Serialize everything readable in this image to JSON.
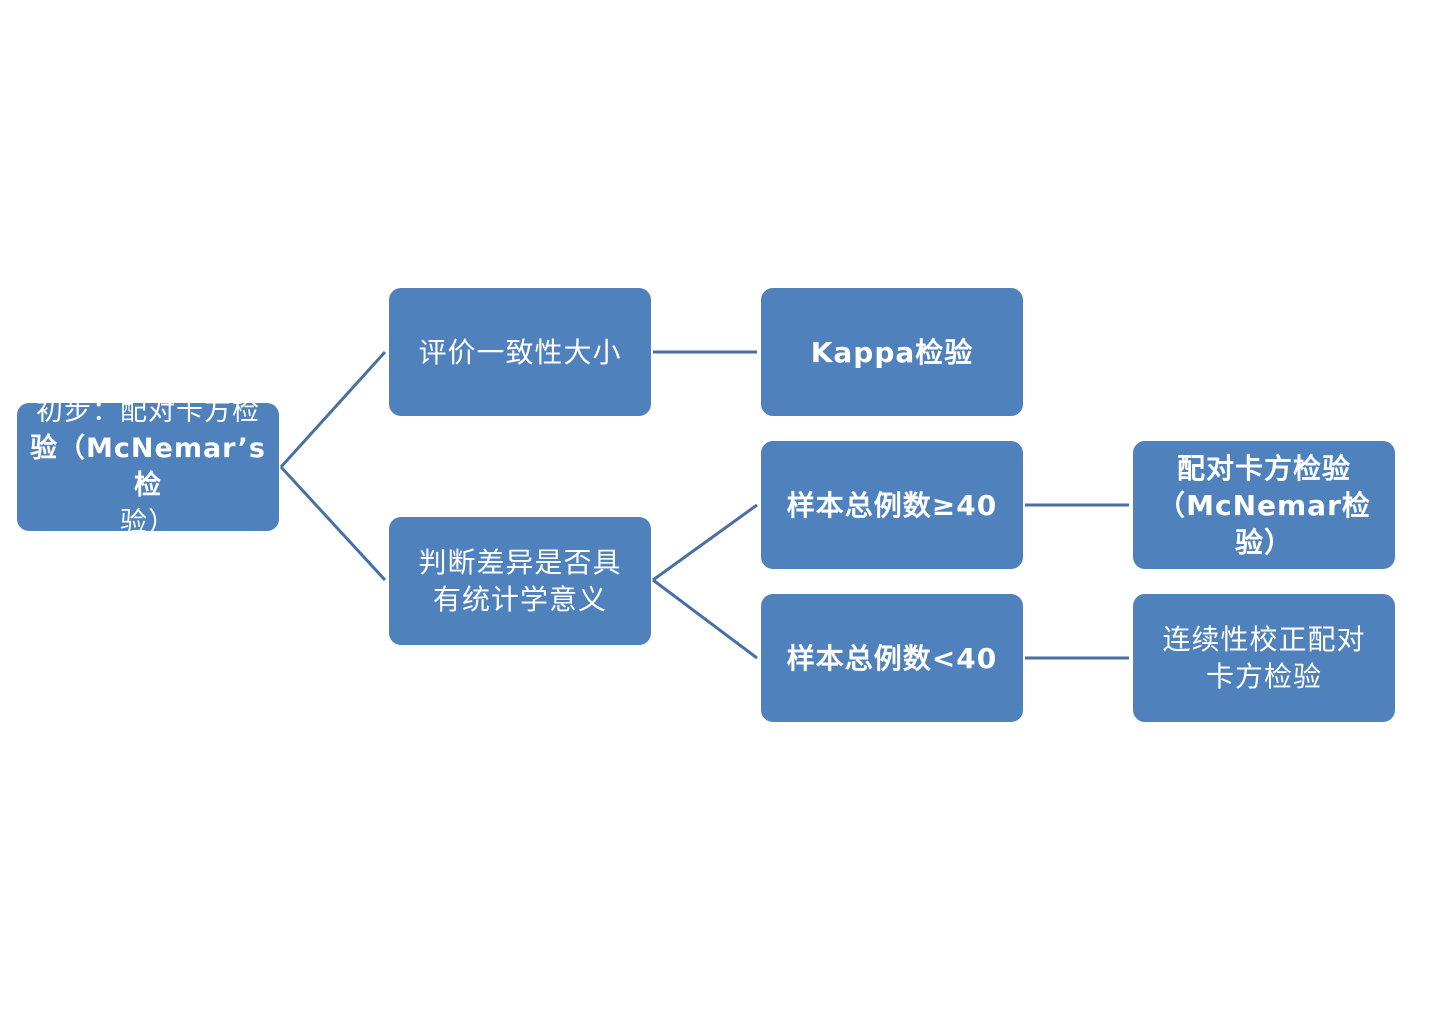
{
  "nodes": {
    "root": {
      "line1": "初步：配对卡方检",
      "line2": "验（McNemar’s检",
      "line3": "验）"
    },
    "evaluate": {
      "line1": "评价一致性大小"
    },
    "kappa": {
      "line1": "Kappa检验"
    },
    "difference": {
      "line1": "判断差异是否具",
      "line2": "有统计学意义"
    },
    "sample_ge40": {
      "line1": "样本总例数≥40"
    },
    "sample_lt40": {
      "line1": "样本总例数<40"
    },
    "mcnemar": {
      "line1": "配对卡方检验",
      "line2": "（McNemar检验）"
    },
    "corrected": {
      "line1": "连续性校正配对",
      "line2": "卡方检验"
    }
  },
  "colors": {
    "node_fill": "#4f81bd",
    "connector": "#4a6fa5",
    "text": "#ffffff"
  }
}
